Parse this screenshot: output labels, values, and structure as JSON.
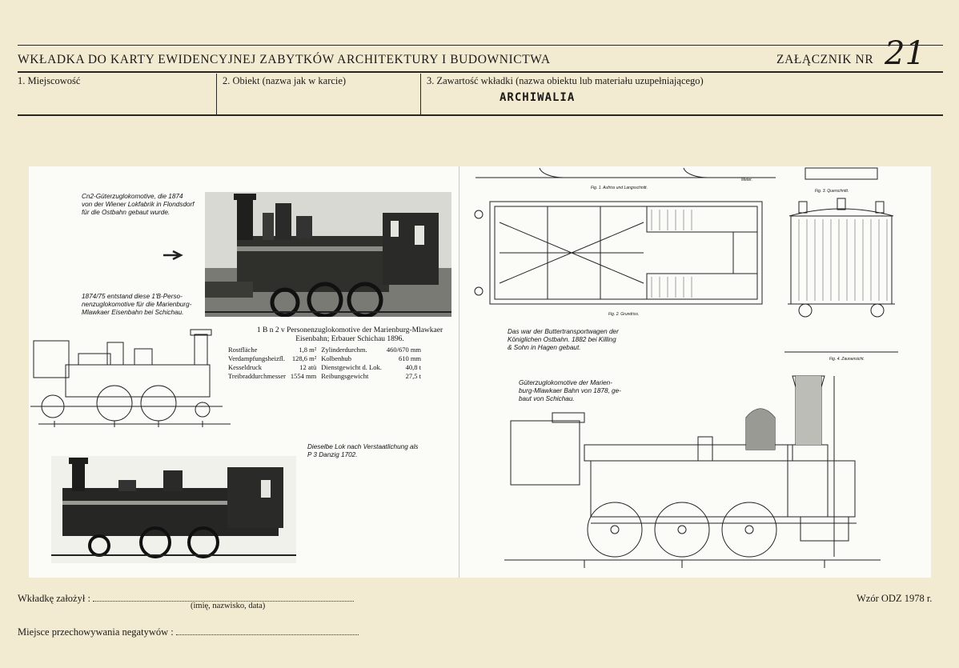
{
  "header": {
    "title": "WKŁADKA DO KARTY EWIDENCYJNEJ ZABYTKÓW ARCHITEKTURY I BUDOWNICTWA",
    "annex_label": "ZAŁĄCZNIK NR",
    "annex_number": "21"
  },
  "fields": {
    "locality_label": "1. Miejscowość",
    "object_label": "2. Obiekt (nazwa jak w karcie)",
    "contents_label": "3. Zawartość wkładki (nazwa obiektu lub materiału uzupełniającego)",
    "contents_value": "ARCHIWALIA"
  },
  "left_page": {
    "caption_1": [
      "Cn2-Güterzuglokomotive, die 1874",
      "von der Wiener Lokfabrik in Flondsdorf",
      "für die Ostbahn gebaut wurde."
    ],
    "caption_2": [
      "1874/75 entstand diese 1'B-Perso-",
      "nenzuglokomotive für die Marienburg-",
      "Mlawkaer Eisenbahn bei Schichau."
    ],
    "spec_title": [
      "1 B n 2 v Personenzuglokomotive der Marienburg-Mlawkaer",
      "Eisenbahn; Erbauer Schichau 1896."
    ],
    "specs": [
      [
        "Rostfläche",
        "1,8 m²",
        "Zylinderdurchm.",
        "460/670 mm"
      ],
      [
        "Verdampfungsheizfl.",
        "128,6 m²",
        "Kolbenhub",
        "610 mm"
      ],
      [
        "Kesseldruck",
        "12 atü",
        "Dienstgewicht d. Lok.",
        "40,8 t"
      ],
      [
        "Treibraddurchmesser",
        "1554 mm",
        "Reibungsgewicht",
        "27,5 t"
      ]
    ],
    "caption_3": [
      "Dieselbe Lok nach Verstaatlichung als",
      "P 3 Danzig 1702."
    ]
  },
  "right_page": {
    "fig1": "Fig. 1. Aufriss und Langsschnitt.",
    "fig1b": "Meter.",
    "fig2": "Fig. 2. Grundriss.",
    "fig3": "Fig. 3. Querschnitt.",
    "fig4": "Fig. 4. Zaunansicht.",
    "caption_4": [
      "Das war der Buttertransportwagen der",
      "Königlichen Ostbahn. 1882 bei Killing",
      "& Sohn in Hagen gebaut."
    ],
    "caption_5": [
      "Güterzuglokomotive der Marien-",
      "burg-Mlawkaer Bahn von 1878, ge-",
      "baut von Schichau."
    ]
  },
  "footer": {
    "placed_by_label": "Wkładkę założył :",
    "placed_by_hint": "(imię, nazwisko, data)",
    "form_label": "Wzór ODZ 1978 r.",
    "negatives_label": "Miejsce przechowywania negatywów :"
  }
}
